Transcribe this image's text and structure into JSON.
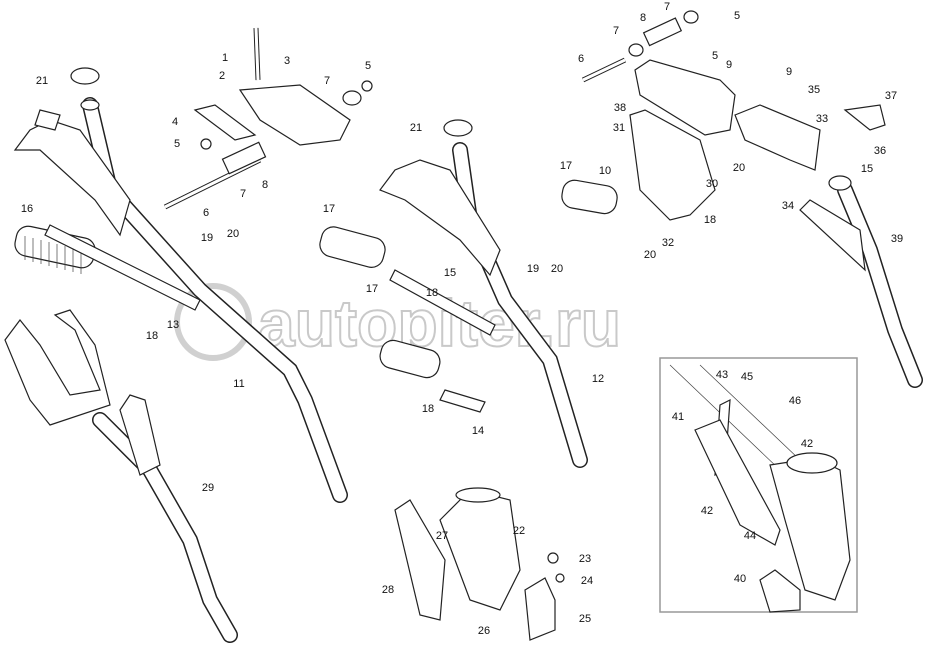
{
  "watermark": "autopiter.ru",
  "labels": [
    "1",
    "2",
    "3",
    "4",
    "5",
    "5",
    "7",
    "7",
    "8",
    "6",
    "21",
    "16",
    "19",
    "20",
    "13",
    "18",
    "11",
    "29",
    "21",
    "17",
    "15",
    "19",
    "20",
    "17",
    "18",
    "18",
    "14",
    "12",
    "22",
    "27",
    "23",
    "24",
    "28",
    "25",
    "26",
    "7",
    "5",
    "8",
    "7",
    "6",
    "5",
    "9",
    "38",
    "31",
    "37",
    "35",
    "9",
    "33",
    "36",
    "20",
    "30",
    "15",
    "34",
    "17",
    "10",
    "18",
    "32",
    "20",
    "39",
    "43",
    "45",
    "46",
    "42",
    "41",
    "42",
    "44",
    "40"
  ]
}
